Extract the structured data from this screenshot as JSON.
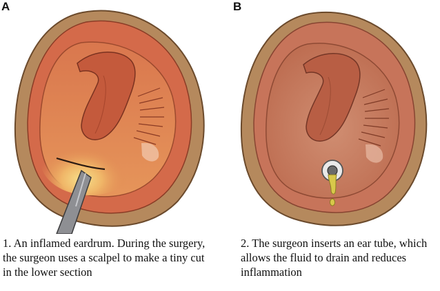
{
  "panels": [
    {
      "letter": "A",
      "caption": "1. An inflamed eardrum. During the surgery, the surgeon uses a scalpel to make a tiny cut in the lower section"
    },
    {
      "letter": "B",
      "caption": "2. The surgeon inserts an ear tube, which allows the fluid to drain and reduces inflammation"
    }
  ],
  "colors": {
    "rim": "#b5895d",
    "rim_dark": "#6b4a2c",
    "canal_a": "#d46a4a",
    "canal_b": "#c7745a",
    "membrane_a": "#e08a52",
    "membrane_b": "#c77a5c",
    "inflamed_glow": "#f3d77e",
    "scalpel": "#8e8f93",
    "tube": "#e9e9e9",
    "fluid": "#d8c84a"
  }
}
